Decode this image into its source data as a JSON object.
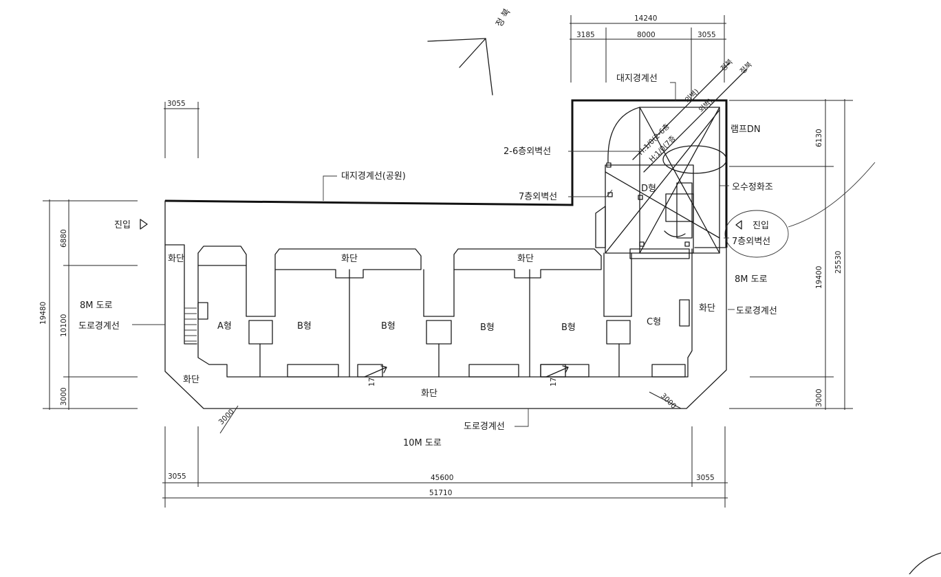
{
  "north_label": "정 북",
  "overall_top": {
    "total": "14240",
    "parts": [
      "3185",
      "8000",
      "3055"
    ]
  },
  "labels": {
    "site_boundary": "대지경계선",
    "site_boundary_park": "대지경계선(공원)",
    "wall_2_6": "2-6층외벽선",
    "wall_7": "7층외벽선",
    "wall_7_right": "7층외벽선",
    "ramp_dn": "램프DN",
    "septic": "오수정화조",
    "entry_left": "진입",
    "entry_right": "진입",
    "road_8m_left": "8M  도로",
    "road_line_left": "도로경계선",
    "road_8m_right": "8M  도로",
    "road_line_right": "도로경계선",
    "road_line_bottom": "도로경계선",
    "road_10m": "10M  도로",
    "diag_1": "정북",
    "diag_2": "정북",
    "diag_3": "외벽)",
    "diag_4": "외벽)",
    "diag_5": "H:1/0(2-6층",
    "diag_6": "H:1/0(7층"
  },
  "gardens": [
    "화단",
    "화단",
    "화단",
    "화단",
    "화단",
    "화단"
  ],
  "units": [
    "A형",
    "B형",
    "B형",
    "B형",
    "B형",
    "C형",
    "D형"
  ],
  "dims_left": [
    "19480",
    "6880",
    "10100",
    "3000"
  ],
  "dims_right": [
    "25530",
    "6130",
    "19400",
    "3000"
  ],
  "dims_bottom": {
    "total": "51710",
    "parts": [
      "3055",
      "45600",
      "3055"
    ]
  },
  "dim_small_top_left": "3055",
  "chamfer_dims": [
    "3000",
    "3000"
  ],
  "stair_labels": [
    "17",
    "17"
  ]
}
